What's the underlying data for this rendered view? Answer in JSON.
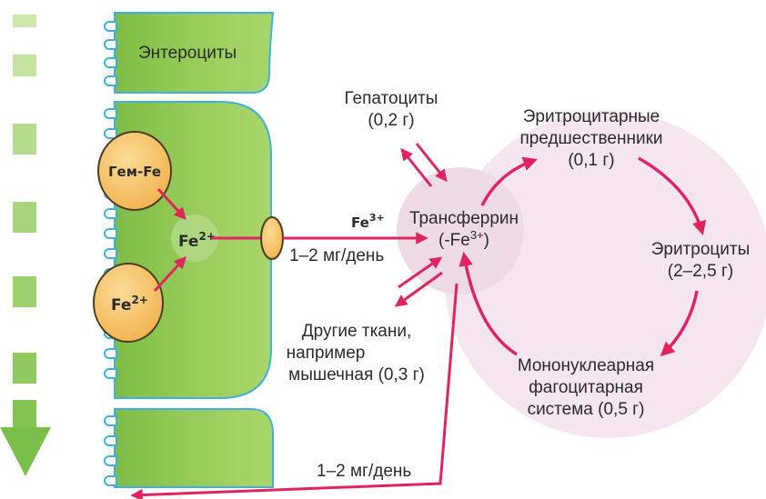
{
  "enterocytes": {
    "label": "Энтероциты"
  },
  "heme_fe": "Гем-Fe",
  "fe2_base": "Fe",
  "fe2_sup": "2+",
  "fe3_base": "Fe",
  "fe3_sup": "3+",
  "uptake_rate": "1–2 мг/день",
  "loss_rate": "1–2 мг/день",
  "hepatocytes": {
    "line1": "Гепатоциты",
    "line2": "(0,2 г)"
  },
  "transferrin": {
    "line1": "Трансферрин",
    "line2_base": "(-Fe",
    "line2_sup": "3+",
    "line2_end": ")"
  },
  "other_tissues": {
    "line1": "Другие ткани,",
    "line2": "например",
    "line3": "мышечная (0,3 г)"
  },
  "erythroid_precursors": {
    "line1": "Эритроцитарные",
    "line2": "предшественники",
    "line3": "(0,1 г)"
  },
  "erythrocytes": {
    "line1": "Эритроциты",
    "line2": "(2–2,5 г)"
  },
  "mps": {
    "line1": "Мононуклеарная",
    "line2": "фагоцитарная",
    "line3": "система (0,5 г)"
  },
  "colors": {
    "arrow": "#e0245e",
    "cell_green": "#93c952",
    "cell_border": "#3fb0e0",
    "ellipse_fill": "#f7c46a",
    "ellipse_border": "#5a4a2a",
    "pink_zone": "#f4e4ee",
    "gut_arrow": "#8fc95a"
  }
}
